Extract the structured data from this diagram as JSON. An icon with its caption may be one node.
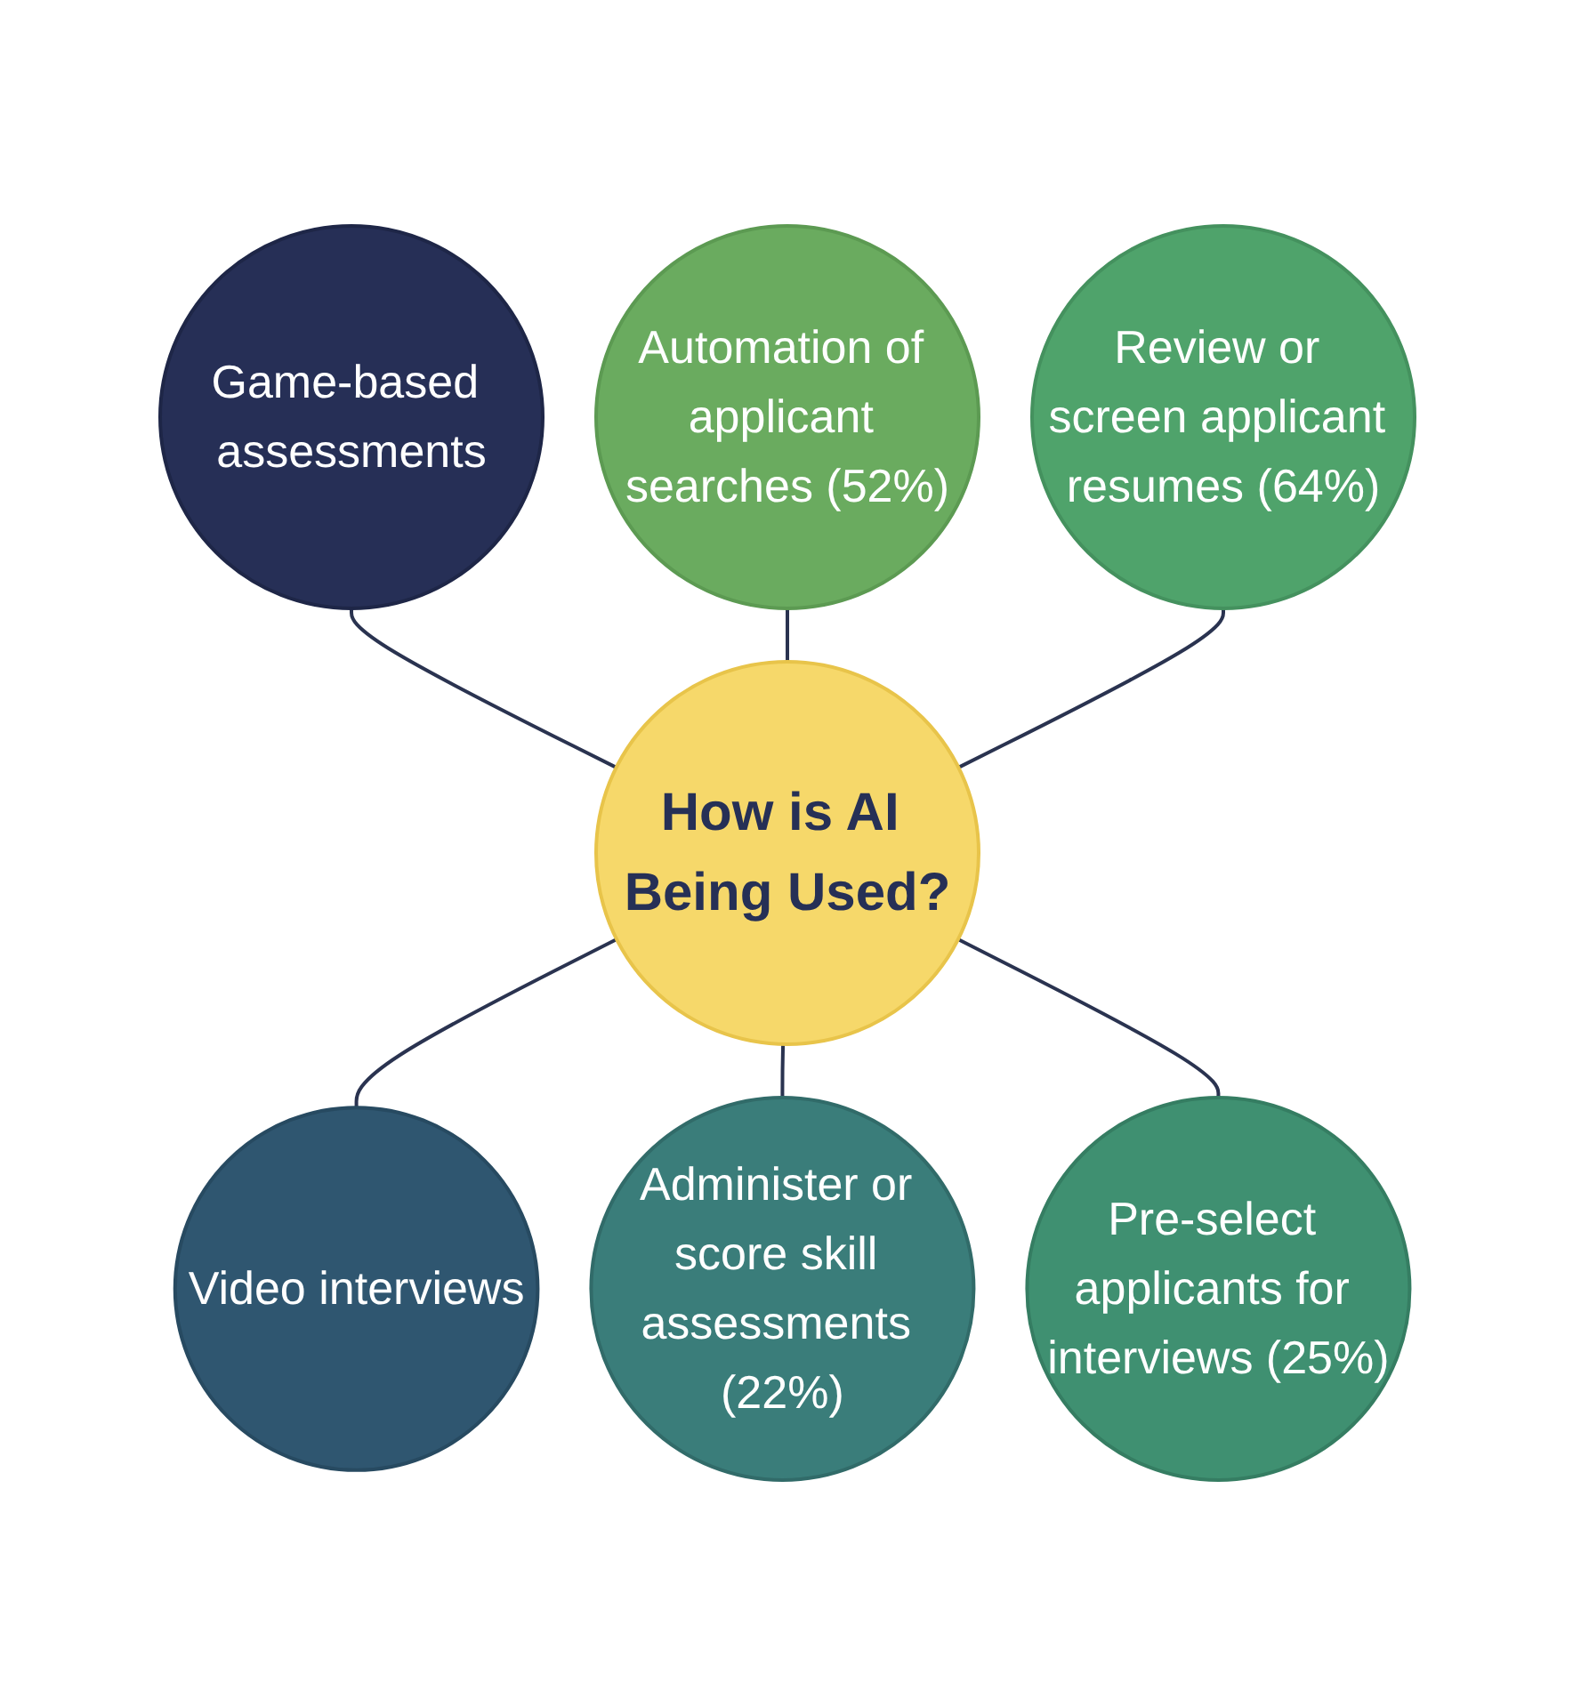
{
  "diagram": {
    "nodes": [
      {
        "text": [
          "How is AI Being Used?"
        ]
      },
      {
        "text": [
          "Automation of applicant searches (52%)"
        ]
      },
      {
        "text": [
          "Review or screen applicant resumes (64%)"
        ]
      },
      {
        "text": [
          "Pre-select applicants for interviews (25%)"
        ]
      },
      {
        "text": [
          "Administer or score skill assessments (22%)"
        ]
      },
      {
        "text": [
          "Video interviews"
        ]
      },
      {
        "text": [
          "Game-based assessments"
        ]
      }
    ],
    "edges": [
      {
        "from": 6,
        "to": 0,
        "arrow": "none"
      },
      {
        "from": 1,
        "to": 0,
        "arrow": "none"
      },
      {
        "from": 2,
        "to": 0,
        "arrow": "none"
      },
      {
        "from": 0,
        "to": 5,
        "arrow": "none"
      },
      {
        "from": 0,
        "to": 4,
        "arrow": "none"
      },
      {
        "from": 0,
        "to": 3,
        "arrow": "none"
      }
    ]
  }
}
